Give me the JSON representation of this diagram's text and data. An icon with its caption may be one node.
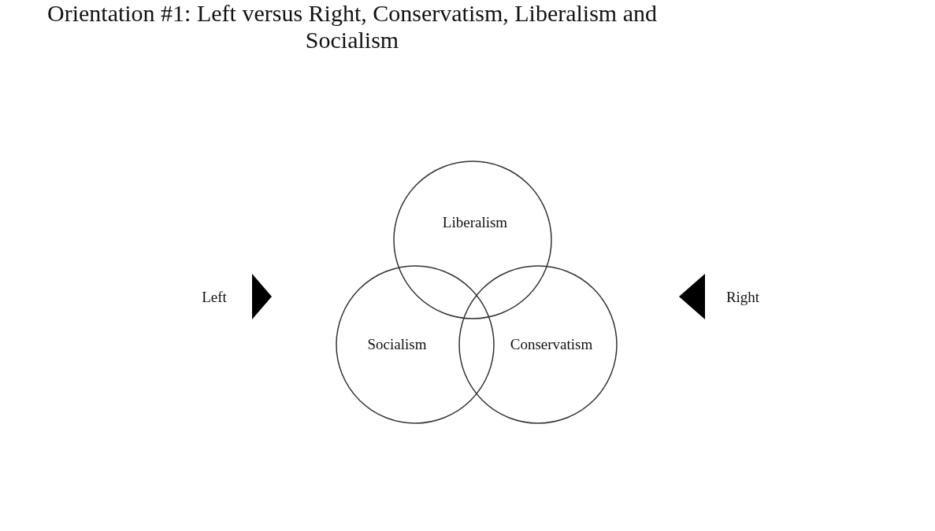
{
  "diagram": {
    "title": "Orientation #1: Left versus Right, Conservatism, Liberalism and Socialism",
    "nodes": [
      {
        "text": [
          "Liberalism"
        ]
      },
      {
        "text": [
          "Socialism"
        ]
      },
      {
        "text": [
          "Conservatism"
        ]
      }
    ],
    "labels": [
      "Left",
      "Right"
    ]
  }
}
